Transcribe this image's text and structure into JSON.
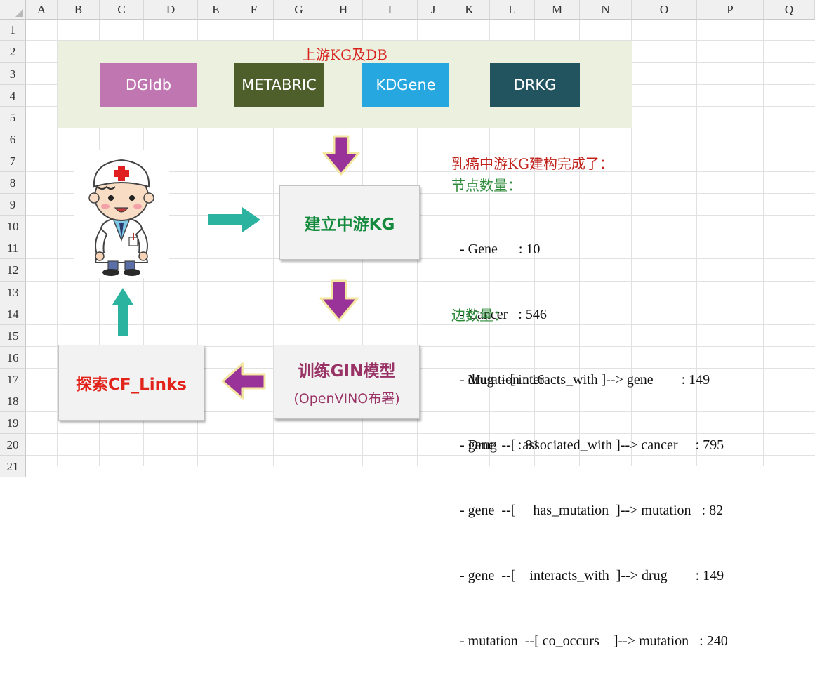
{
  "spreadsheet": {
    "columns": [
      "A",
      "B",
      "C",
      "D",
      "E",
      "F",
      "G",
      "H",
      "I",
      "J",
      "K",
      "L",
      "M",
      "N",
      "O",
      "P",
      "Q"
    ],
    "rows": [
      "1",
      "2",
      "3",
      "4",
      "5",
      "6",
      "7",
      "8",
      "9",
      "10",
      "11",
      "12",
      "13",
      "14",
      "15",
      "16",
      "17",
      "18",
      "19",
      "20",
      "21"
    ]
  },
  "upstream": {
    "title": "上游KG及DB",
    "sources": [
      {
        "label": "DGIdb",
        "color": "#bf76b1"
      },
      {
        "label": "METABRIC",
        "color": "#4f5f2c"
      },
      {
        "label": "KDGene",
        "color": "#27a7e0"
      },
      {
        "label": "DRKG",
        "color": "#22545f"
      }
    ]
  },
  "process": {
    "build": {
      "label": "建立中游KG",
      "color": "#148a3c"
    },
    "train": {
      "label": "训练GIN模型",
      "sublabel": "(OpenVINO布署)",
      "color": "#993366"
    },
    "explore": {
      "label": "探索CF_Links",
      "color": "#e2231a"
    }
  },
  "arrows": {
    "down_color": "#993399",
    "teal_color": "#2bb3a0"
  },
  "doctor": {
    "icon": "doctor-icon"
  },
  "stats": {
    "title": "乳癌中游KG建构完成了：",
    "title_color": "#c0231b",
    "nodes_title": "节点数量：",
    "nodes_color": "#2e8b3a",
    "nodes": [
      " - Gene      : 10",
      " - Cancer   : 546",
      " - Mutation : 16",
      " - Drug      : 91"
    ],
    "edges_title": "边数量：",
    "edges_color": "#2e8b3a",
    "edges": [
      " - drug  --[ interacts_with ]--> gene        : 149",
      " - gene  --[  associated_with ]--> cancer     : 795",
      " - gene  --[     has_mutation  ]--> mutation   : 82",
      " - gene  --[    interacts_with  ]--> drug        : 149",
      " - mutation  --[ co_occurs    ]--> mutation   : 240"
    ]
  }
}
